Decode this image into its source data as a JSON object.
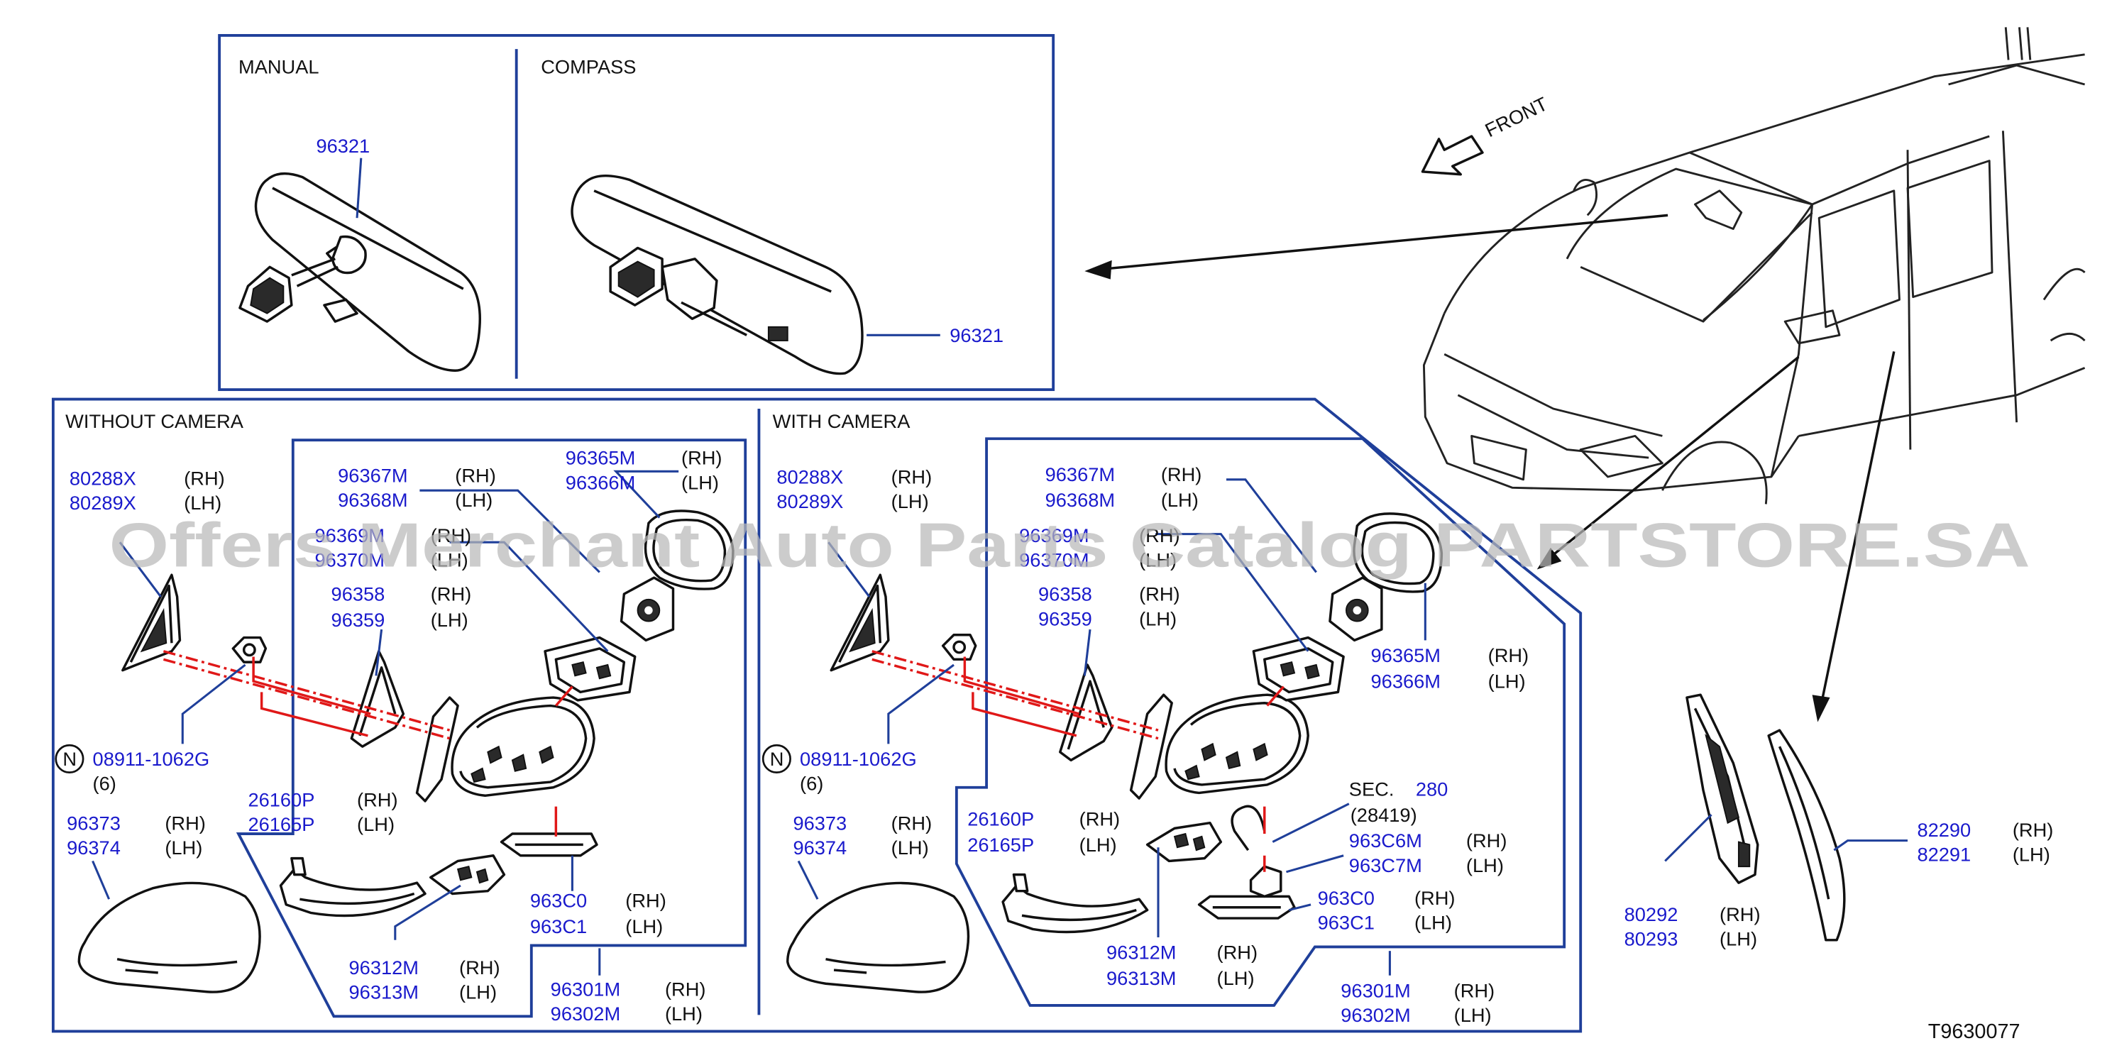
{
  "diagram_code": "T9630077",
  "watermark": "Offers Merchant Auto Parts Catalog PARTSTORE.SA",
  "front_label": "FRONT",
  "top_box": {
    "manual_heading": "MANUAL",
    "compass_heading": "COMPASS",
    "manual_part": "96321",
    "compass_part": "96321"
  },
  "left_box": {
    "heading": "WITHOUT   CAMERA",
    "corner_cover": {
      "rh": "80288X",
      "lh": "80289X"
    },
    "nut": {
      "code": "08911-1062G",
      "qty": "(6)",
      "badge": "N"
    },
    "mirror_cover": {
      "rh": "96373",
      "lh": "96374"
    },
    "turn_lamp": {
      "rh": "26160P",
      "lh": "26165P"
    },
    "mirror_base_cover": {
      "rh": "96312M",
      "lh": "96313M"
    },
    "finisher": {
      "rh": "963C0",
      "lh": "963C1"
    },
    "mirror_assy": {
      "rh": "96301M",
      "lh": "96302M"
    },
    "gasket": {
      "rh": "96358",
      "lh": "96359"
    },
    "actuator": {
      "rh": "96367M",
      "lh": "96368M"
    },
    "holder": {
      "rh": "96369M",
      "lh": "96370M"
    },
    "mirror_glass": {
      "rh": "96365M",
      "lh": "96366M"
    }
  },
  "right_box": {
    "heading": "WITH   CAMERA",
    "corner_cover": {
      "rh": "80288X",
      "lh": "80289X"
    },
    "nut": {
      "code": "08911-1062G",
      "qty": "(6)",
      "badge": "N"
    },
    "mirror_cover": {
      "rh": "96373",
      "lh": "96374"
    },
    "turn_lamp": {
      "rh": "26160P",
      "lh": "26165P"
    },
    "mirror_base_cover": {
      "rh": "96312M",
      "lh": "96313M"
    },
    "finisher": {
      "rh": "963C0",
      "lh": "963C1"
    },
    "mirror_assy": {
      "rh": "96301M",
      "lh": "96302M"
    },
    "gasket": {
      "rh": "96358",
      "lh": "96359"
    },
    "actuator": {
      "rh": "96367M",
      "lh": "96368M"
    },
    "holder": {
      "rh": "96369M",
      "lh": "96370M"
    },
    "mirror_glass": {
      "rh": "96365M",
      "lh": "96366M"
    },
    "section": {
      "prefix": "SEC.",
      "number": "280",
      "sub": "(28419)"
    },
    "camera": {
      "rh": "963C6M",
      "lh": "963C7M"
    }
  },
  "outside": {
    "door_corner_inner": {
      "rh": "80292",
      "lh": "80293"
    },
    "door_corner_outer": {
      "rh": "82290",
      "lh": "82291"
    }
  },
  "side_labels": {
    "rh": "(RH)",
    "lh": "(LH)"
  }
}
